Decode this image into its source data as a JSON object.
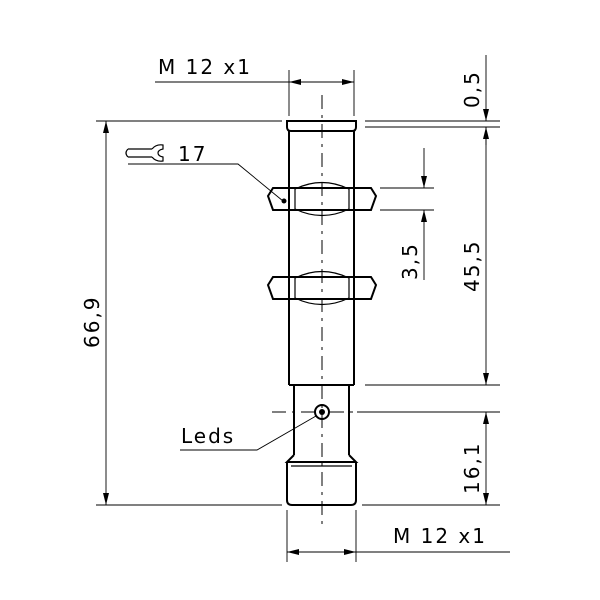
{
  "labels": {
    "top_thread": "M 12 x1",
    "bottom_thread": "M 12 x1",
    "wrench": "17",
    "leds": "Leds",
    "dim_overall": "66,9",
    "dim_top_gap": "0,5",
    "dim_thread_length": "45,5",
    "dim_connector": "16,1",
    "dim_nut": "3,5"
  }
}
